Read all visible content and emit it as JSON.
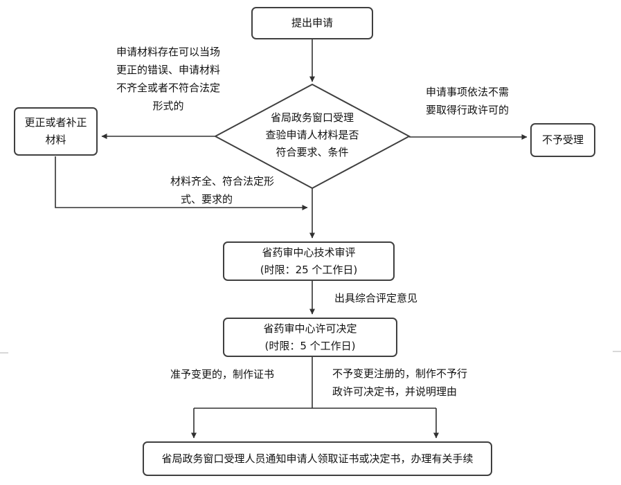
{
  "nodes": {
    "start": {
      "label": "提出申请"
    },
    "decision": {
      "lines": [
        "省局政务窗口受理",
        "查验申请人材料是否",
        "符合要求、条件"
      ]
    },
    "correct_materials": {
      "lines": [
        "更正或者补正",
        "材料"
      ]
    },
    "not_accepted": {
      "label": "不予受理"
    },
    "technical_review": {
      "lines": [
        "省药审中心技术审评",
        "(时限：25 个工作日)"
      ]
    },
    "license_decision": {
      "lines": [
        "省药审中心许可决定",
        "(时限：5 个工作日)"
      ]
    },
    "notify": {
      "label": "省局政务窗口受理人员通知申请人领取证书或决定书，办理有关手续"
    }
  },
  "edge_labels": {
    "left_condition": [
      "申请材料存在可以当场",
      "更正的错误、申请材料",
      "不齐全或者不符合法定",
      "形式的"
    ],
    "right_condition": [
      "申请事项依法不需",
      "要取得行政许可的"
    ],
    "pass_condition": [
      "材料齐全、符合法定形",
      "式、要求的"
    ],
    "evaluation_note": "出具综合评定意见",
    "approve_note": "准予变更的，制作证书",
    "deny_note": [
      "不予变更注册的，制作不予行",
      "政许可决定书，并说明理由"
    ]
  },
  "colors": {
    "shape_border": "#3f3f3f",
    "connector_line": "#303030",
    "text": "#111111",
    "background": "#ffffff",
    "page_edge_mark": "#c8c8c8"
  }
}
